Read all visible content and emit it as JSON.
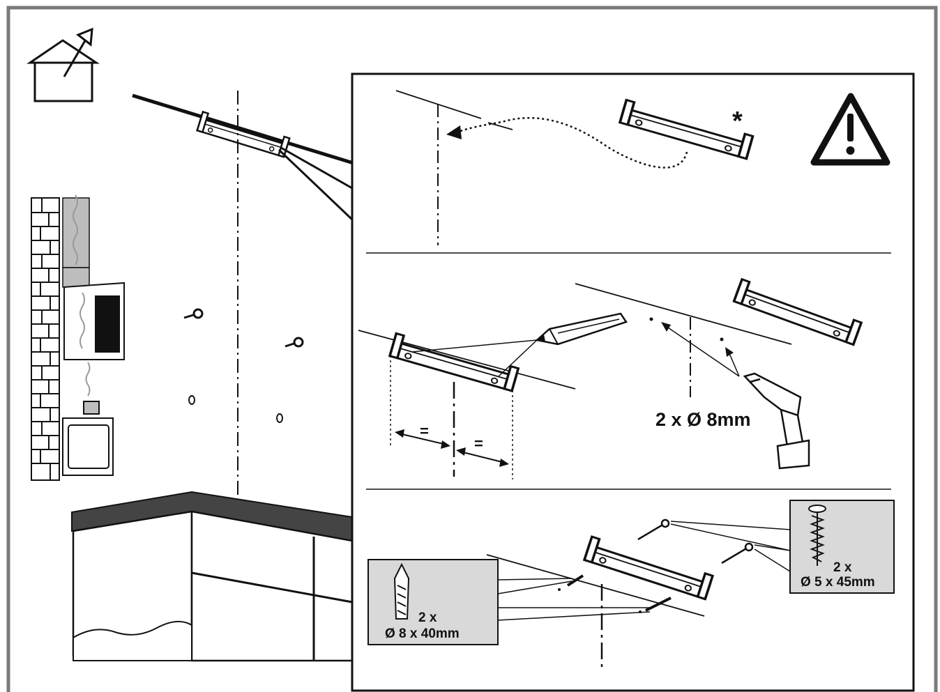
{
  "diagram": {
    "step2_drill_label": "2 x Ø 8mm",
    "equal_mark": "=",
    "asterisk_mark": "*",
    "step3_plug_qty": "2 x",
    "step3_plug_size": "Ø 8 x 40mm",
    "step3_screw_qty": "2 x",
    "step3_screw_size": "Ø 5 x 45mm"
  },
  "icons": [
    "outdoor-venting-house-icon",
    "warning-triangle-icon",
    "pencil-icon",
    "drill-icon",
    "wall-plug-icon",
    "screw-icon"
  ],
  "colors": {
    "frame": "#7a7a7a",
    "ink": "#111111",
    "callout_fill": "#d9d9d9",
    "appliance_fill": "#bdbdbd"
  }
}
